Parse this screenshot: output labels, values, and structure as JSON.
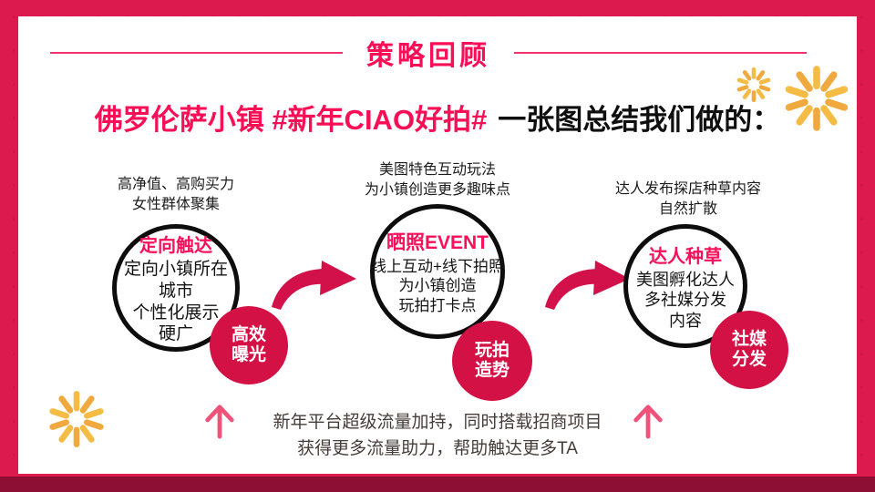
{
  "slide": {
    "title": "策略回顾",
    "heading": {
      "highlight": "佛罗伦萨小镇 #新年CIAO好拍#",
      "rest": "一张图总结我们做的："
    },
    "steps": [
      {
        "description": "高净值、高购买力\n女性群体聚集",
        "circle_title": "定向触达",
        "circle_body": "定向小镇所在\n城市\n个性化展示\n硬广",
        "badge": "高效\n曝光"
      },
      {
        "description": "美图特色互动玩法\n为小镇创造更多趣味点",
        "circle_title": "晒照EVENT",
        "circle_body": "线上互动+线下拍照\n为小镇创造\n玩拍打卡点",
        "badge": "玩拍\n造势"
      },
      {
        "description": "达人发布探店种草内容\n自然扩散",
        "circle_title": "达人种草",
        "circle_body": "美图孵化达人\n多社媒分发\n内容",
        "badge": "社媒\n分发"
      }
    ],
    "footnote": "新年平台超级流量加持，同时搭载招商项目\n获得更多流量助力，帮助触达更多TA",
    "colors": {
      "accent_pink": "#F80F56",
      "frame_crimson": "#DC1A4E",
      "frame_dark": "#8D1034",
      "badge_crimson": "#D31145",
      "arrow_crimson": "#D2104A",
      "up_arrow_pink": "#F0527A",
      "firework_gold": "#F5BC45",
      "text_black": "#111111"
    }
  }
}
